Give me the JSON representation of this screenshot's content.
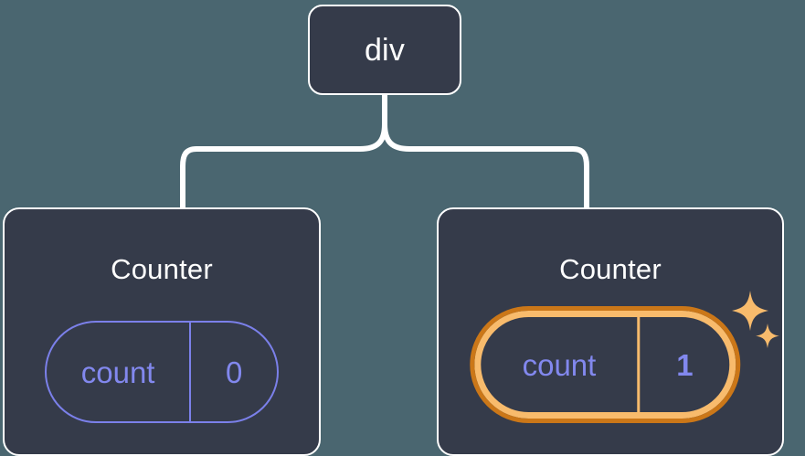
{
  "diagram": {
    "type": "component-tree",
    "background_color": "#4a6670",
    "node_fill_color": "#353b4a",
    "node_border_color": "#ffffff",
    "connector_color": "#ffffff",
    "accent_state_color": "#8288ee",
    "highlight_inner_color": "#f8bb6c",
    "highlight_outer_color": "#cb7718",
    "sparkle_color": "#f8bb6c"
  },
  "root": {
    "label": "div"
  },
  "children": [
    {
      "title": "Counter",
      "state": {
        "key": "count",
        "value": "0"
      },
      "highlighted": false,
      "sparkles": false
    },
    {
      "title": "Counter",
      "state": {
        "key": "count",
        "value": "1"
      },
      "highlighted": true,
      "sparkles": true
    }
  ],
  "edges": [
    {
      "from": "div",
      "to": "Counter (left)"
    },
    {
      "from": "div",
      "to": "Counter (right)"
    }
  ]
}
